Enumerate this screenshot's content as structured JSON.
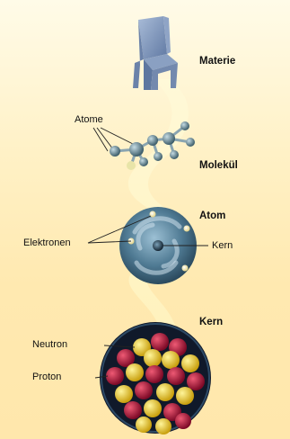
{
  "labels": {
    "materie": "Materie",
    "atome": "Atome",
    "molekuel": "Molekül",
    "atom": "Atom",
    "elektronen": "Elektronen",
    "kern_atom": "Kern",
    "kern_section": "Kern",
    "neutron": "Neutron",
    "proton": "Proton"
  },
  "colors": {
    "chair": "#7e94b8",
    "molecule_atom": "#6f8f9c",
    "molecule_accent": "#e7e2a4",
    "atom_sphere": "#4f7a93",
    "electron": "#f1e6a6",
    "nucleus": "#1f2f3a",
    "neutron": "#e6c51e",
    "proton": "#b3123a",
    "nucleus_bg": "#10192a"
  }
}
